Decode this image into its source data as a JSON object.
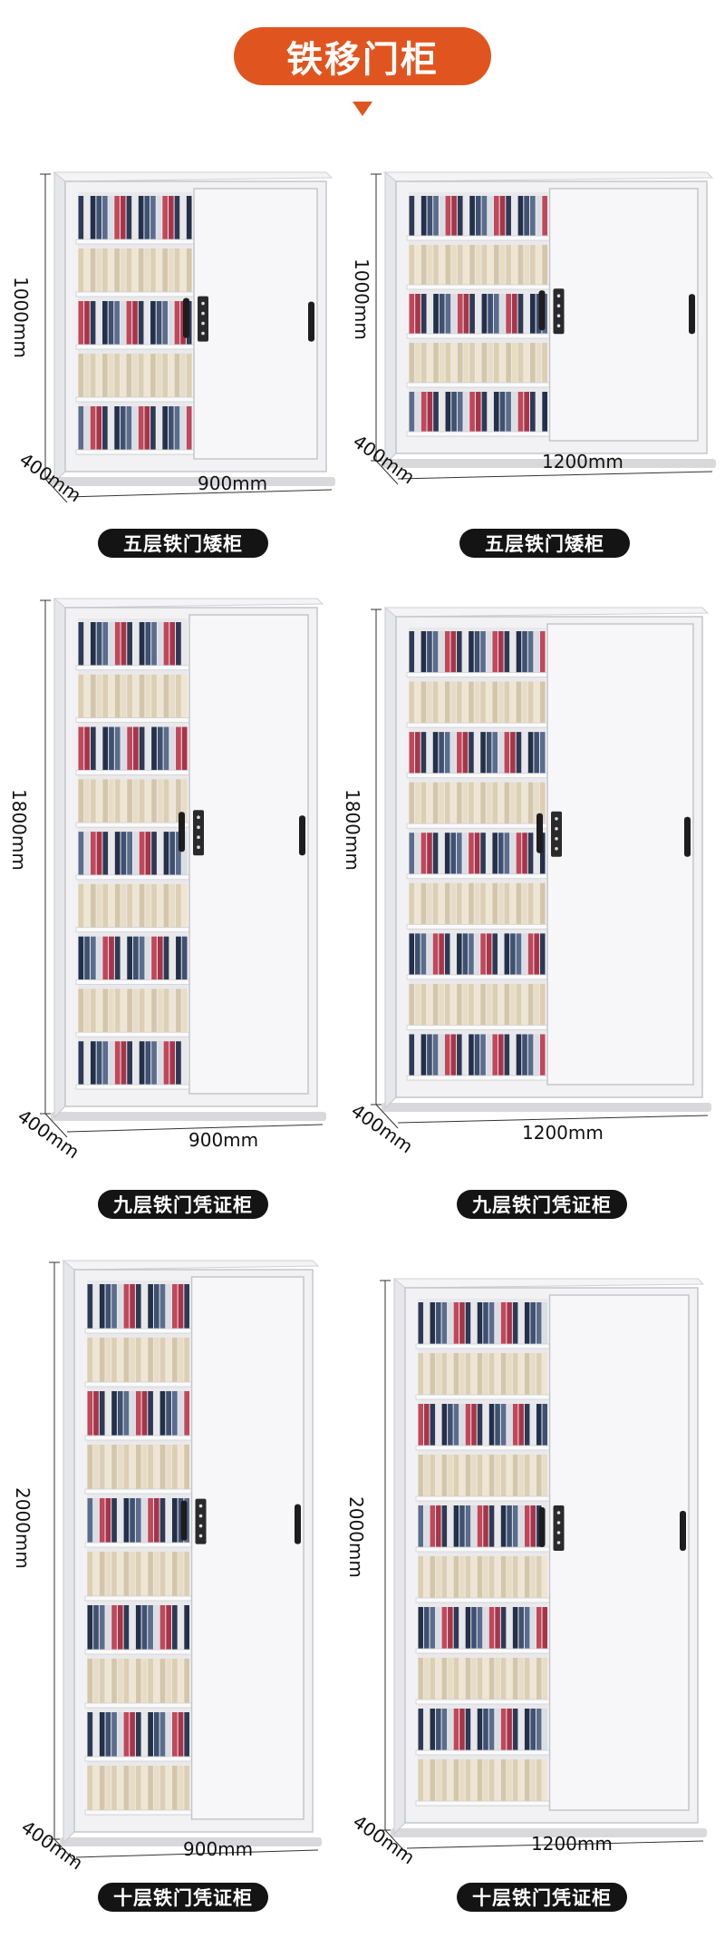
{
  "title": "铁移门柜",
  "colors": {
    "accent": "#e0551f",
    "label_bg": "#141414"
  },
  "cabinets": [
    {
      "height": "1000mm",
      "width": "900mm",
      "depth": "400mm",
      "label": "五层铁门矮柜",
      "shelves": 5
    },
    {
      "height": "1000mm",
      "width": "1200mm",
      "depth": "400mm",
      "label": "五层铁门矮柜",
      "shelves": 5
    },
    {
      "height": "1800mm",
      "width": "900mm",
      "depth": "400mm",
      "label": "九层铁门凭证柜",
      "shelves": 9
    },
    {
      "height": "1800mm",
      "width": "1200mm",
      "depth": "400mm",
      "label": "九层铁门凭证柜",
      "shelves": 9
    },
    {
      "height": "2000mm",
      "width": "900mm",
      "depth": "400mm",
      "label": "十层铁门凭证柜",
      "shelves": 10
    },
    {
      "height": "2000mm",
      "width": "1200mm",
      "depth": "400mm",
      "label": "十层铁门凭证柜",
      "shelves": 10
    }
  ]
}
